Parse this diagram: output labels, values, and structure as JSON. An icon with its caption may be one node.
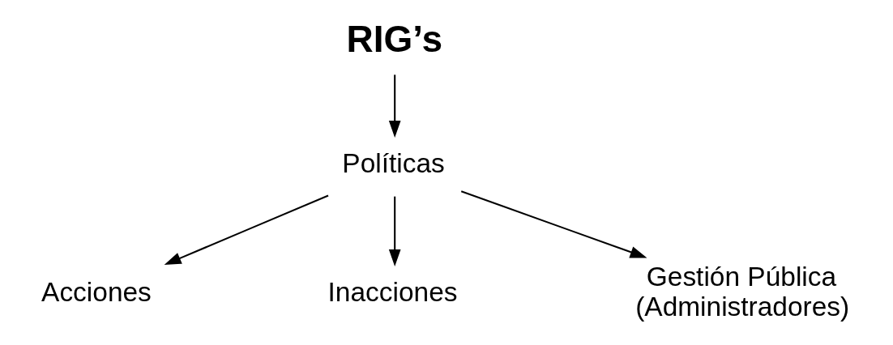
{
  "diagram": {
    "nodes": [
      {
        "text": [
          "RIG’s"
        ]
      },
      {
        "text": [
          "Políticas"
        ]
      },
      {
        "text": [
          "Acciones"
        ]
      },
      {
        "text": [
          "Inacciones"
        ]
      },
      {
        "text": [
          "Gestión Pública (Administradores)"
        ]
      }
    ],
    "edges": [
      {
        "from": 0,
        "to": 1,
        "arrow": "to"
      },
      {
        "from": 1,
        "to": 2,
        "arrow": "to"
      },
      {
        "from": 1,
        "to": 3,
        "arrow": "to"
      },
      {
        "from": 1,
        "to": 4,
        "arrow": "to"
      }
    ]
  }
}
